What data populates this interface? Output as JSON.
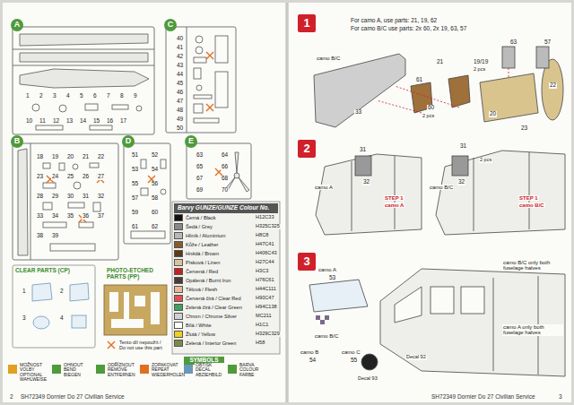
{
  "diagram": {
    "nodes": [
      {
        "text": [
          "A"
        ]
      },
      {
        "text": [
          "C"
        ]
      },
      {
        "text": [
          "B"
        ]
      },
      {
        "text": [
          "D"
        ]
      },
      {
        "text": [
          "E"
        ]
      },
      {
        "text": [
          "Barvy GUNZE/GUNZE Colour No."
        ]
      },
      {
        "text": [
          "SYMBOLS"
        ]
      },
      {
        "text": [
          "1"
        ]
      },
      {
        "text": [
          "2"
        ]
      },
      {
        "text": [
          "3"
        ]
      }
    ],
    "labels": [
      "1",
      "2",
      "3",
      "4",
      "5",
      "6",
      "7",
      "8",
      "9",
      "10",
      "11",
      "12",
      "13",
      "14",
      "15",
      "16",
      "17",
      "40",
      "41",
      "42",
      "43",
      "44",
      "45",
      "46",
      "47",
      "48",
      "49",
      "50",
      "18",
      "19",
      "20",
      "21",
      "22",
      "23",
      "24",
      "25",
      "26",
      "27",
      "28",
      "29",
      "30",
      "31",
      "32",
      "33",
      "34",
      "35",
      "36",
      "37",
      "38",
      "39",
      "51",
      "52",
      "53",
      "54",
      "55",
      "56",
      "57",
      "58",
      "59",
      "60",
      "61",
      "62",
      "63",
      "64",
      "65",
      "66",
      "67",
      "68",
      "69",
      "70",
      "CLEAR PARTS (CP)",
      "1",
      "2",
      "3",
      "4",
      "PHOTO-ETCHED PARTS (PP)",
      "Tento díl nepoužít / Do not use this part",
      "H12C33",
      "H325C325",
      "H8C8",
      "H47C41",
      "H406C43",
      "H27C44",
      "H3C3",
      "H76C61",
      "H44C111",
      "H90C47",
      "H94C138",
      "MC211",
      "H1C1",
      "H329C329",
      "H58",
      "MOŽNOST VOLBY OPTIONAL WAHLWEISE",
      "OHNOUT BEND BIEGEN",
      "ODŘÍZNOUT REMOVE ENTFERNEN",
      "ZOPAKOVAT REPEAT WIEDERHOLEN",
      "OBTISK DECAL ABZIEHBILD",
      "BARVA COLOUR FARBE",
      "2",
      "SH72349 Dornier Do 27 Civilian Service",
      "For camo A, use parts: 21, 19, 62",
      "For camo B/C use parts: 2x 60, 2x 19, 63, 57",
      "camo B/C",
      "33",
      "60",
      "2 pcs",
      "61",
      "19/19",
      "2 pcs",
      "63",
      "57",
      "22",
      "20",
      "21",
      "23",
      "camo A",
      "31",
      "32",
      "STEP 1",
      "camo A",
      "camo B/C",
      "31",
      "32",
      "2 pcs",
      "STEP 1",
      "camo B/C",
      "camo A",
      "53",
      "camo B/C",
      "camo B",
      "54",
      "camo C",
      "55",
      "Decal 93",
      "Decal 92",
      "camo B/C only both fuselage halves",
      "camo A only both fuselage halves",
      "SH72349 Dornier Do 27 Civilian Service",
      "3"
    ],
    "legend": [
      {
        "text": "Černá / Black",
        "color": "#111111"
      },
      {
        "text": "Šedá / Grey",
        "color": "#888888"
      },
      {
        "text": "Hliník / Aluminium",
        "color": "#b8b8b8"
      },
      {
        "text": "Kůže / Leather",
        "color": "#8a5a2a"
      },
      {
        "text": "Hnědá / Brown",
        "color": "#5a3a1a"
      },
      {
        "text": "Písková / Linen",
        "color": "#d8c49a"
      },
      {
        "text": "Červená / Red",
        "color": "#c82020"
      },
      {
        "text": "Opálená / Burnt Iron",
        "color": "#4a3a3a"
      },
      {
        "text": "Tělová / Flesh",
        "color": "#e8b898"
      },
      {
        "text": "Červená čirá / Clear Red",
        "color": "#e05050"
      },
      {
        "text": "Zelená čirá / Clear Green",
        "color": "#40a060"
      },
      {
        "text": "Chrom / Chrome Silver",
        "color": "#d0d0d8"
      },
      {
        "text": "Bílá / White",
        "color": "#ffffff"
      },
      {
        "text": "Žlutá / Yellow",
        "color": "#f0d020"
      },
      {
        "text": "Zelená / Interior Green",
        "color": "#7a8a4a"
      }
    ]
  }
}
